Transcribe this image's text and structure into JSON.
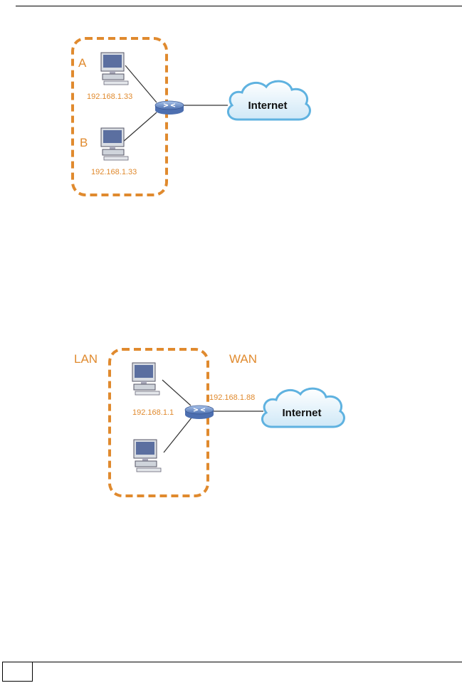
{
  "figure1": {
    "label_a": "A",
    "label_b": "B",
    "ip_a": "192.168.1.33",
    "ip_b": "192.168.1.33",
    "cloud_label": "Internet"
  },
  "figure2": {
    "lan_label": "LAN",
    "wan_label": "WAN",
    "wan_ip": "192.168.1.88",
    "lan_ip": "192.168.1.1",
    "cloud_label": "Internet"
  },
  "colors": {
    "accent_orange": "#e08a2e",
    "cloud_blue": "#5fb2e0",
    "router_blue": "#6d8fc6"
  }
}
